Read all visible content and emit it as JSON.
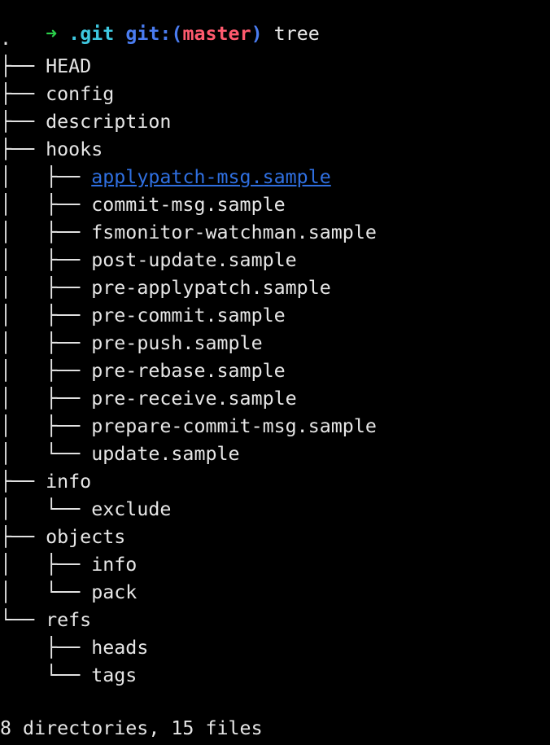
{
  "prompt": {
    "arrow": "➜",
    "dir": ".git",
    "git_label": "git:",
    "paren_open": "(",
    "branch": "master",
    "paren_close": ")",
    "command": "tree"
  },
  "tree": {
    "root": ".",
    "lines": [
      {
        "guide": "├── ",
        "name": "HEAD",
        "link": false
      },
      {
        "guide": "├── ",
        "name": "config",
        "link": false
      },
      {
        "guide": "├── ",
        "name": "description",
        "link": false
      },
      {
        "guide": "├── ",
        "name": "hooks",
        "link": false
      },
      {
        "guide": "│   ├── ",
        "name": "applypatch-msg.sample",
        "link": true
      },
      {
        "guide": "│   ├── ",
        "name": "commit-msg.sample",
        "link": false
      },
      {
        "guide": "│   ├── ",
        "name": "fsmonitor-watchman.sample",
        "link": false
      },
      {
        "guide": "│   ├── ",
        "name": "post-update.sample",
        "link": false
      },
      {
        "guide": "│   ├── ",
        "name": "pre-applypatch.sample",
        "link": false
      },
      {
        "guide": "│   ├── ",
        "name": "pre-commit.sample",
        "link": false
      },
      {
        "guide": "│   ├── ",
        "name": "pre-push.sample",
        "link": false
      },
      {
        "guide": "│   ├── ",
        "name": "pre-rebase.sample",
        "link": false
      },
      {
        "guide": "│   ├── ",
        "name": "pre-receive.sample",
        "link": false
      },
      {
        "guide": "│   ├── ",
        "name": "prepare-commit-msg.sample",
        "link": false
      },
      {
        "guide": "│   └── ",
        "name": "update.sample",
        "link": false
      },
      {
        "guide": "├── ",
        "name": "info",
        "link": false
      },
      {
        "guide": "│   └── ",
        "name": "exclude",
        "link": false
      },
      {
        "guide": "├── ",
        "name": "objects",
        "link": false
      },
      {
        "guide": "│   ├── ",
        "name": "info",
        "link": false
      },
      {
        "guide": "│   └── ",
        "name": "pack",
        "link": false
      },
      {
        "guide": "└── ",
        "name": "refs",
        "link": false
      },
      {
        "guide": "    ├── ",
        "name": "heads",
        "link": false
      },
      {
        "guide": "    └── ",
        "name": "tags",
        "link": false
      }
    ]
  },
  "summary": "8 directories, 15 files",
  "colors": {
    "arrow": "#2ad04a",
    "dir": "#3ec8e0",
    "git": "#4a7cf0",
    "branch": "#ff5a6e",
    "link": "#2f6fe0",
    "text": "#e6e6e6",
    "background": "#000000"
  }
}
